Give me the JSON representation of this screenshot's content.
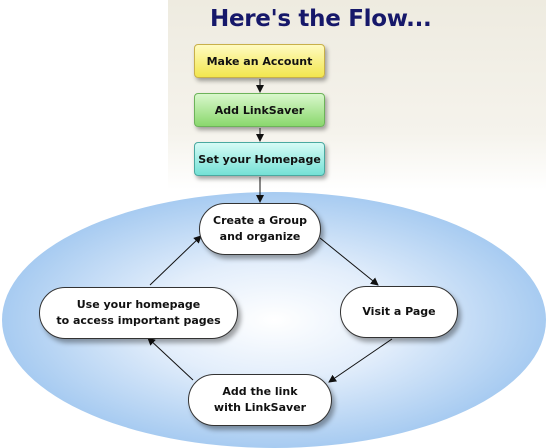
{
  "title": "Here's the Flow...",
  "steps": [
    {
      "label": "Make an Account"
    },
    {
      "label": "Add LinkSaver"
    },
    {
      "label": "Set your Homepage"
    }
  ],
  "cycle": [
    {
      "label": "Create a Group\nand organize"
    },
    {
      "label": "Visit a Page"
    },
    {
      "label": "Add the link\nwith LinkSaver"
    },
    {
      "label": "Use your homepage\nto access important pages"
    }
  ],
  "colors": {
    "title": "#16186a",
    "step_1": "#f2e64e",
    "step_2": "#8ad86d",
    "step_3": "#74e1d6",
    "ellipse": "#a9cdf2",
    "top_panel": "#eeebe0"
  }
}
